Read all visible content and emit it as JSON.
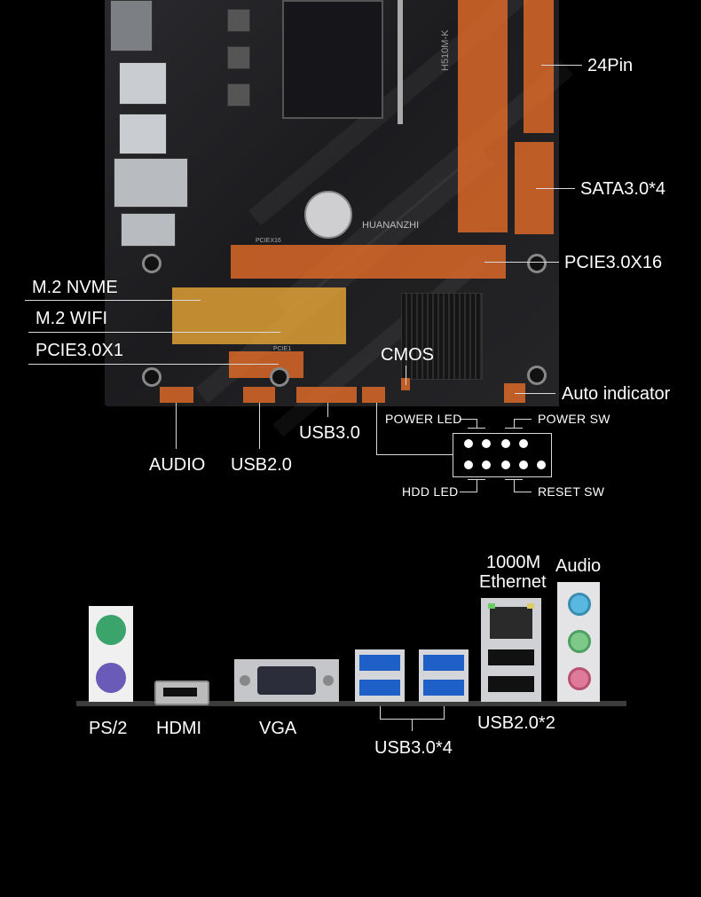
{
  "board": {
    "model": "H510M-K",
    "brand": "HUANANZHI",
    "slot_label_x16": "PCIEX16",
    "slot_label_x1": "PCIE1"
  },
  "callouts": {
    "pin24": "24Pin",
    "sata": "SATA3.0*4",
    "pcie_x16": "PCIE3.0X16",
    "m2_nvme": "M.2 NVME",
    "m2_wifi": "M.2 WIFI",
    "pcie_x1": "PCIE3.0X1",
    "cmos": "CMOS",
    "auto_indicator": "Auto indicator",
    "audio_header": "AUDIO",
    "usb2_header": "USB2.0",
    "usb3_header": "USB3.0"
  },
  "front_panel": {
    "power_led": "POWER LED",
    "power_sw": "POWER SW",
    "hdd_led": "HDD LED",
    "reset_sw": "RESET SW"
  },
  "rear_io": {
    "ps2": "PS/2",
    "hdmi": "HDMI",
    "vga": "VGA",
    "usb3": "USB3.0*4",
    "ethernet_line1": "1000M",
    "ethernet_line2": "Ethernet",
    "usb2": "USB2.0*2",
    "audio": "Audio"
  },
  "colors": {
    "background": "#000000",
    "highlight_orange": "#eb6e28",
    "highlight_yellow": "#f0aa37",
    "usb3_blue": "#1e5fc8",
    "ps2_green": "#3aa46a",
    "ps2_purple": "#6a5bb8"
  }
}
